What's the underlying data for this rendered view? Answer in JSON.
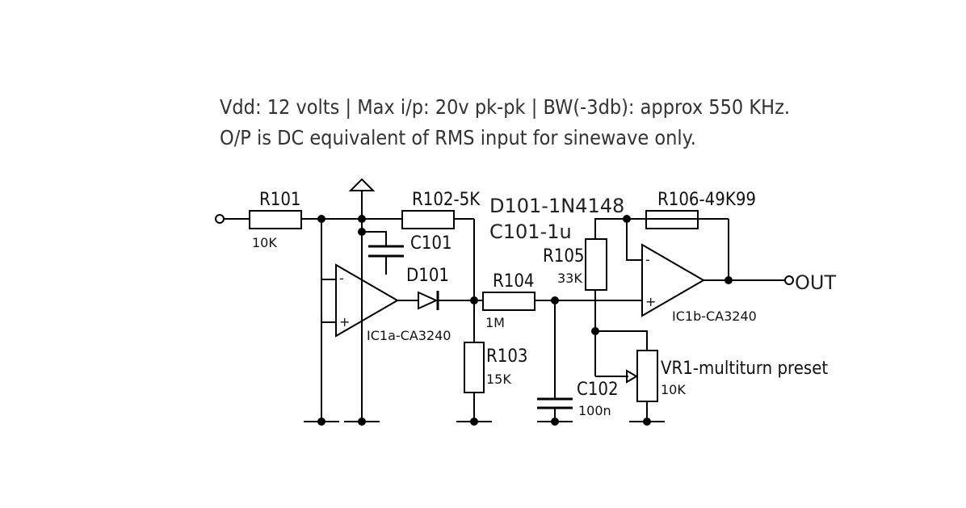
{
  "notes": {
    "line1": "Vdd: 12 volts | Max i/p: 20v pk-pk | BW(-3db): approx 550 KHz.",
    "line2": "O/P is DC equivalent of RMS input for sinewave only."
  },
  "components": {
    "r101": {
      "name": "R101",
      "value": "10K"
    },
    "r102": {
      "name": "R102-5K"
    },
    "c101": {
      "name": "C101"
    },
    "d101": {
      "name": "D101"
    },
    "parts_note": {
      "line1": "D101-1N4148",
      "line2": "C101-1u"
    },
    "r104": {
      "name": "R104",
      "value": "1M"
    },
    "r103": {
      "name": "R103",
      "value": "15K"
    },
    "r105": {
      "name": "R105",
      "value": "33K"
    },
    "r106": {
      "name": "R106-49K99"
    },
    "c102": {
      "name": "C102",
      "value": "100n"
    },
    "vr1": {
      "name": "VR1-multiturn preset",
      "value": "10K"
    },
    "ic1a": {
      "name": "IC1a-CA3240",
      "minus": "-",
      "plus": "+"
    },
    "ic1b": {
      "name": "IC1b-CA3240",
      "minus": "-",
      "plus": "+"
    },
    "output": {
      "label": "OUT"
    }
  }
}
